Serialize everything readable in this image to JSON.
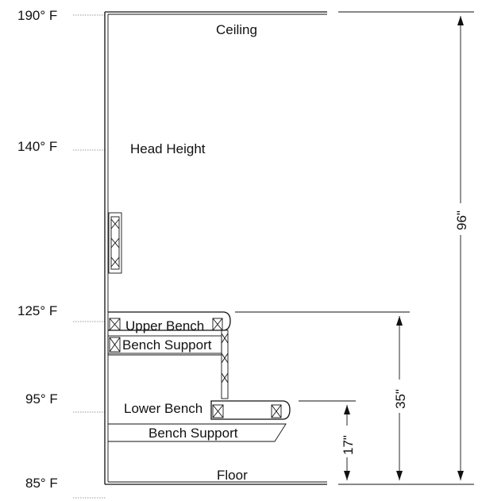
{
  "temperatures": [
    "190° F",
    "140° F",
    "125° F",
    "95° F",
    "85° F"
  ],
  "labels": {
    "ceiling": "Ceiling",
    "head_height": "Head Height",
    "upper_bench": "Upper Bench",
    "upper_support": "Bench Support",
    "lower_bench": "Lower Bench",
    "lower_support": "Bench Support",
    "floor": "Floor"
  },
  "dimensions": {
    "total": "96\"",
    "upper": "35\"",
    "lower": "17\""
  }
}
